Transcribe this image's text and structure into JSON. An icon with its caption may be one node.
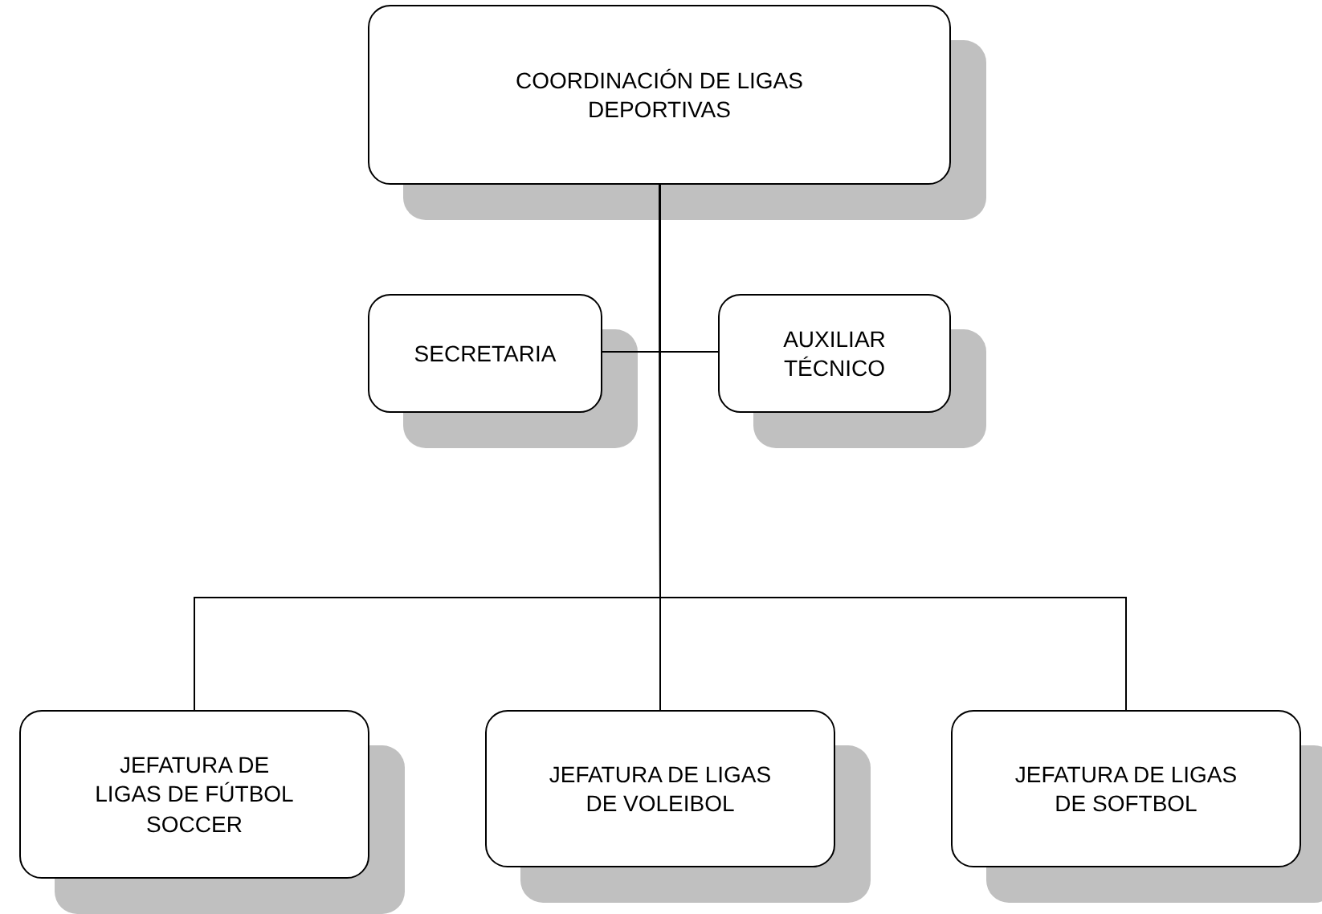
{
  "diagram": {
    "nodes": [
      {
        "text": [
          "COORDINACIÓN DE LIGAS DEPORTIVAS"
        ]
      },
      {
        "text": [
          "SECRETARIA"
        ]
      },
      {
        "text": [
          "AUXILIAR TÉCNICO"
        ]
      },
      {
        "text": [
          "JEFATURA DE LIGAS DE FÚTBOL SOCCER"
        ]
      },
      {
        "text": [
          "JEFATURA DE LIGAS DE VOLEIBOL"
        ]
      },
      {
        "text": [
          "JEFATURA DE LIGAS DE SOFTBOL"
        ]
      }
    ],
    "edges": [
      {
        "from": 0,
        "to": 1,
        "arrow": "none"
      },
      {
        "from": 0,
        "to": 2,
        "arrow": "none"
      },
      {
        "from": 0,
        "to": 3,
        "arrow": "none"
      },
      {
        "from": 0,
        "to": 4,
        "arrow": "none"
      },
      {
        "from": 0,
        "to": 5,
        "arrow": "none"
      }
    ]
  }
}
